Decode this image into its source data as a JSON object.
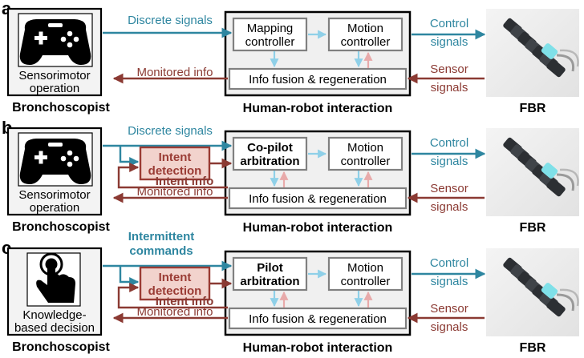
{
  "colors": {
    "teal": "#2e86a0",
    "red": "#8b3a33",
    "light_blue": "#8fd0e8",
    "light_red": "#e8aaaa",
    "box_fill": "#f0f0f0",
    "box_border": "#808080",
    "intent_fill": "#f2d3cd",
    "intent_border": "#9a3b34"
  },
  "icons": {
    "gamepad": "gamepad-icon",
    "touch": "touch-hand-icon",
    "robot": "flexible-robot-image"
  },
  "panels": [
    {
      "id": "a",
      "label": "a",
      "operator_text": [
        "Sensorimotor",
        "operation"
      ],
      "operator_role": "Bronchoscopist",
      "input_label": "Discrete signals",
      "input_bold": false,
      "first_controller": [
        "Mapping",
        "controller"
      ],
      "first_controller_bold": false,
      "motion_controller": [
        "Motion",
        "controller"
      ],
      "fusion": "Info fusion & regeneration",
      "monitored": "Monitored info",
      "intent": null,
      "control_signals": [
        "Control",
        "signals"
      ],
      "sensor_signals": [
        "Sensor",
        "signals"
      ],
      "hri_label": "Human-robot interaction",
      "robot_label": "FBR"
    },
    {
      "id": "b",
      "label": "b",
      "operator_text": [
        "Sensorimotor",
        "operation"
      ],
      "operator_role": "Bronchoscopist",
      "input_label": "Discrete signals",
      "input_bold": false,
      "first_controller": [
        "Co-pilot",
        "arbitration"
      ],
      "first_controller_bold": true,
      "motion_controller": [
        "Motion",
        "controller"
      ],
      "fusion": "Info fusion & regeneration",
      "monitored": "Monitored info",
      "intent": {
        "box": [
          "Intent",
          "detection"
        ],
        "info": "Intent info"
      },
      "control_signals": [
        "Control",
        "signals"
      ],
      "sensor_signals": [
        "Sensor",
        "signals"
      ],
      "hri_label": "Human-robot interaction",
      "robot_label": "FBR"
    },
    {
      "id": "c",
      "label": "c",
      "operator_text": [
        "Knowledge-",
        "based decision"
      ],
      "operator_role": "Bronchoscopist",
      "input_label": "Intermittent commands",
      "input_label_lines": [
        "Intermittent",
        "commands"
      ],
      "input_bold": true,
      "first_controller": [
        "Pilot",
        "arbitration"
      ],
      "first_controller_bold": true,
      "motion_controller": [
        "Motion",
        "controller"
      ],
      "fusion": "Info fusion & regeneration",
      "monitored": "Monitored info",
      "intent": {
        "box": [
          "Intent",
          "detection"
        ],
        "info": "Intent info"
      },
      "control_signals": [
        "Control",
        "signals"
      ],
      "sensor_signals": [
        "Sensor",
        "signals"
      ],
      "hri_label": "Human-robot interaction",
      "robot_label": "FBR"
    }
  ]
}
